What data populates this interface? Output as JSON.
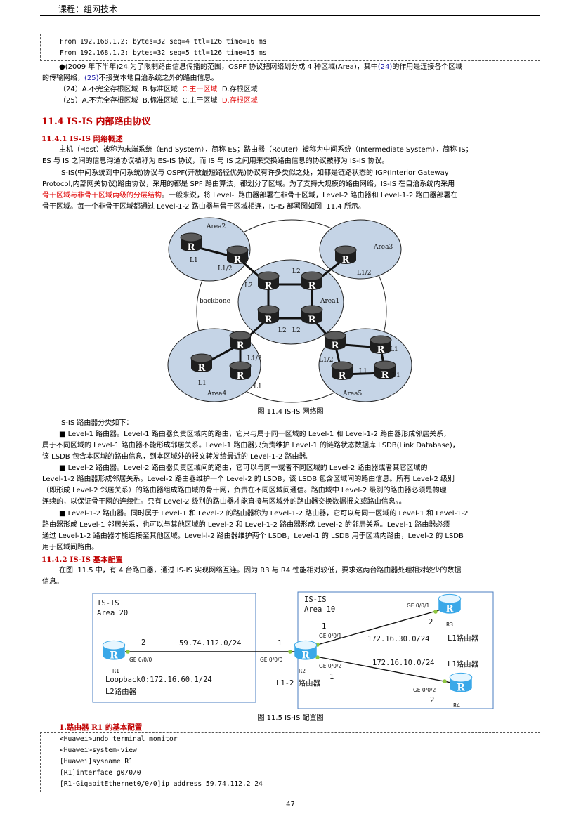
{
  "header": {
    "course": "课程：组网技术"
  },
  "top_code": [
    "From 192.168.1.2: bytes=32 seq=4 ttl=126 time=16 ms",
    "From 192.168.1.2: bytes=32 seq=5 ttl=126 time=15 ms"
  ],
  "question": {
    "line1_a": "●(2009 年下半年)24.为了限制路由信息传播的范围，OSPF 协议把网络划分成 4 种区域(Area)，其中",
    "blank24": "(24)",
    "line1_b": "的作用是连接各个区域",
    "line2_a": "的传输网络，",
    "blank25": "(25)",
    "line2_b": "不接受本地自治系统之外的路由信息。",
    "opt24_a": "（24）A.不完全存根区域  B.标准区域  ",
    "opt24_ans": "C.主干区域",
    "opt24_b": "  D.存根区域",
    "opt25_a": "（25）A.不完全存根区域  B.标准区域  C.主干区域  ",
    "opt25_ans": "D.存根区域"
  },
  "section": {
    "title": "11.4  IS-IS 内部路由协议"
  },
  "s1": {
    "title": "11.4.1  IS-IS 网络概述",
    "l1": "主机（Host）被称为末端系统（End System），简称 ES；路由器（Router）被称为中间系统（Intermediate System），简称 IS；",
    "l2": "ES 与 IS 之间的信息沟通协议被称为 ES-IS 协议，而 IS 与 IS 之间用来交换路由信息的协议被称为 IS-IS 协议。",
    "l3": "IS-IS(中间系统到中间系统)协议与 OSPF(开放最短路径优先)协议有许多类似之处，如都是链路状态的 IGP(Interior Gateway",
    "l4": "Protocol,内部网关协议)路由协议，采用的都是 SPF 路由算法，都划分了区域。为了支持大规模的路由网络，IS-IS 在自治系统内采用",
    "l5_red": "骨干区域与非骨干区域两级的分层结构",
    "l5_b": "。一般来说，将 Level-l 路由器部署在非骨干区域，Level-2 路由器和 Level-1-2 路由器部署在",
    "l6": "骨干区域。每一个非骨干区域都通过 Level-1-2 路由器与骨干区域相连，IS-IS 部署图如图  11.4 所示。"
  },
  "fig1": {
    "caption": "图  11.4 IS-IS 网络图",
    "area2": "Area2",
    "area3": "Area3",
    "area1": "Area1",
    "area4": "Area4",
    "area5": "Area5",
    "backbone": "backbone",
    "router": "R",
    "l1": "L1",
    "l2": "L2",
    "l12": "L1/2"
  },
  "classify": {
    "intro": "IS-IS 路由器分类如下：",
    "p1": [
      "■ Level-1 路由器。Level-1 路由器负责区域内的路由，它只与属于同一区域的 Level-1 和 Level-1-2 路由器形成邻居关系，",
      "属于不同区域的 Level-1 路由器不能形成邻居关系。Level-1 路由器只负责维护 Level-1 的链路状态数据库 LSDB(Link Database)，",
      "该 LSDB 包含本区域的路由信息，到本区域外的报文转发给最近的 Level-1-2 路由器。"
    ],
    "p2": [
      "■ Level-2 路由器。Level-2 路由器负责区域间的路由，它可以与同一或者不同区域的 Level-2 路由器或者其它区域的",
      "Level-1-2 路由器形成邻居关系。Level-2 路由器维护一个 Level-2 的 LSDB，该 LSDB 包含区域间的路由信息。所有 Level-2 级别",
      "（即形成 Level-2 邻居关系）的路由器组成路由域的骨干网，负责在不同区域间通信。路由域中 Level-2 级别的路由器必须是物理",
      "连续的，以保证骨干网的连续性。只有 Level-2 级别的路由器才能直接与区域外的路由器交换数据报文或路由信息。。"
    ],
    "p3": [
      "■ Level-1-2 路由器。同时属于 Level-1 和 Level-2 的路由器称为 Level-1-2 路由器，它可以与同一区域的 Level-1 和 Level-1-2",
      "路由器形成 Level-1 邻居关系，也可以与其他区域的 Level-2 和 Level-1-2 路由器形成 Level-2 的邻居关系。Level-1 路由器必须",
      "通过 Level-1-2 路由器才能连接至其他区域。Level-l-2 路由器维护两个 LSDB，Level-1 的 LSDB 用于区域内路由，Level-2 的 LSDB",
      "用于区域间路由。"
    ]
  },
  "s2": {
    "title": "11.4.2  IS-IS 基本配置",
    "l1": "在图  11.5 中，有 4 台路由器，通过 IS-IS 实现网络互连。因为 R3 与 R4 性能相对较低，要求这两台路由器处理相对较少的数据",
    "l2": "信息。"
  },
  "fig2": {
    "caption": "图  11.5 IS-IS 配置图",
    "left_label1": "IS-IS",
    "left_label2": "Area 20",
    "right_label1": "IS-IS",
    "right_label2": "Area 10",
    "r1_port": "GE 0/0/0",
    "r1_num": "2",
    "r1_name": "R1",
    "link1": "59.74.112.0/24",
    "r2_left_num": "1",
    "r2_left_port": "GE 0/0/0",
    "r2_name": "R2",
    "r2_role": "L1-2 路由器",
    "loopback": "Loopback0:172.16.60.1/24",
    "r1_role": "L2路由器",
    "r2_up_num": "1",
    "r2_up_port": "GE 0/0/1",
    "link2": "172.16.30.0/24",
    "r3_port": "GE 0/0/1",
    "r3_num": "2",
    "r3_name": "R3",
    "r3_role": "L1路由器",
    "r2_down_port": "GE 0/0/2",
    "r2_down_num": "1",
    "link3": "172.16.10.0/24",
    "r4_role": "L1路由器",
    "r4_port": "GE 0/0/2",
    "r4_num": "2",
    "r4_name": "R4",
    "router": "R"
  },
  "cfg": {
    "title": "1.路由器 R1 的基本配置",
    "lines": [
      "<Huawei>undo terminal monitor",
      "<Huawei>system-view",
      "[Huawei]sysname R1",
      "[R1]interface g0/0/0",
      "[R1-GigabitEthernet0/0/0]ip address 59.74.112.2 24"
    ]
  },
  "page_number": "47",
  "colors": {
    "heading_red": "#c00000",
    "answer_red": "#e00000",
    "area_fill": "#c5d4e6",
    "router_dark": "#1e1e1e"
  }
}
